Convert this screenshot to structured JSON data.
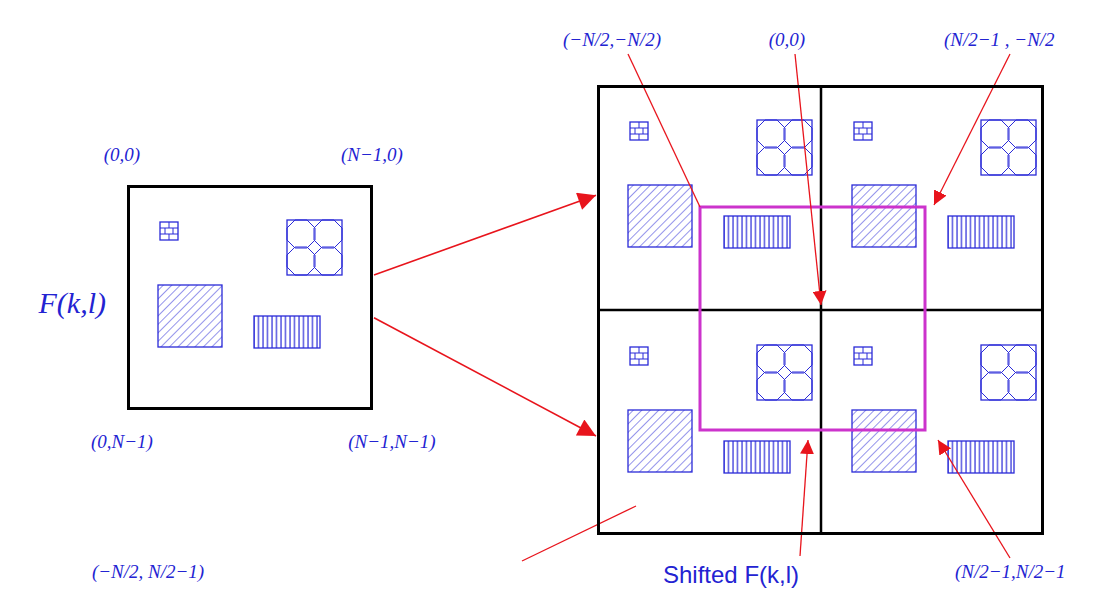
{
  "diagram": {
    "nodes": [
      {
        "text": [
          "F(k,l)"
        ]
      },
      {
        "text": [
          "Shifted F(k,l)"
        ]
      }
    ],
    "edges": [
      {
        "from": 0,
        "to": 1,
        "arrow": "to"
      },
      {
        "from": 0,
        "to": 1,
        "arrow": "to"
      }
    ],
    "labels": [
      "(0,0)",
      "(N−1,0)",
      "(0,N−1)",
      "(N−1,N−1)",
      "(−N/2,−N/2)",
      "(0,0)",
      "(N/2−1 , −N/2",
      "(−N/2, N/2−1)",
      "(N/2−1,N/2−1"
    ]
  }
}
